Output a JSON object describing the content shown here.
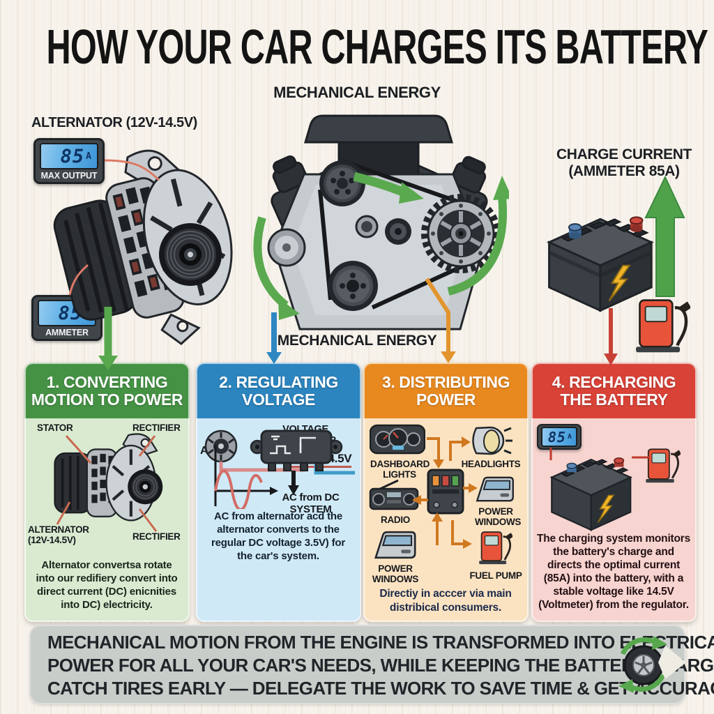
{
  "title": "HOW YOUR CAR CHARGES ITS BATTERY",
  "hero": {
    "mechanical_energy_top": "MECHANICAL ENERGY",
    "mechanical_energy_bottom": "MECHANICAL ENERGY",
    "alternator_label": "ALTERNATOR (12V-14.5V)",
    "charge_current_line1": "CHARGE CURRENT",
    "charge_current_line2": "(AMMETER 85A)",
    "gauge_max_output": {
      "value": "85",
      "unit": "A",
      "label": "MAX OUTPUT"
    },
    "gauge_ammeter": {
      "value": "85",
      "unit": "A",
      "label": "AMMETER"
    }
  },
  "panels": {
    "p1": {
      "title_line1": "1. CONVERTING",
      "title_line2": "MOTION TO POWER",
      "label_stator": "STATOR",
      "label_rectifier_top": "RECTIFIER",
      "label_alternator_line1": "ALTERNATOR",
      "label_alternator_line2": "(12V-14.5V)",
      "label_rectifier_bottom": "RECTIFIER",
      "body_text": "Alternator convertsa rotate into our redifiery convert into direct current (DC) enicnities into DC) electricity."
    },
    "p2": {
      "title_line1": "2. REGULATING",
      "title_line2": "VOLTAGE",
      "label_voltage_regulator": "VOLTAGE REGULATOR",
      "label_ac": "AC",
      "label_voltage_range": "13.5V-14.5V",
      "label_ac_from_dc": "AC from DC SYSTEM",
      "body_text": "AC from alternator acd the alternator converts to the regular DC voltage 3.5V) for the car's system."
    },
    "p3": {
      "title_line1": "3. DISTRIBUTING",
      "title_line2": "POWER",
      "label_dashboard": "DASHBOARD LIGHTS",
      "label_headlights": "HEADLIGHTS",
      "label_radio": "RADIO",
      "label_power_windows_right": "POWER WINDOWS",
      "label_power_windows_left": "POWER WINDOWS",
      "label_fuel_pump": "FUEL PUMP",
      "body_text": "Directiy in acccer via main distribical consumers."
    },
    "p4": {
      "title_line1": "4. RECHARGING",
      "title_line2": "THE BATTERY",
      "gauge": {
        "value": "85",
        "unit": "A"
      },
      "body_text": "The charging system monitors the battery's charge and directs the optimal current (85A) into the battery, with a stable voltage like 14.5V (Voltmeter) from the regulator."
    }
  },
  "footer": {
    "line1": "MECHANICAL MOTION FROM THE ENGINE IS TRANSFORMED INTO ELECTRICAL",
    "line2": "POWER FOR ALL YOUR CAR'S NEEDS, WHILE KEEPING THE BATTERY CHARGED!",
    "line3": "CATCH TIRES EARLY — DELEGATE THE WORK TO SAVE TIME & GET ACCURACY!"
  },
  "colors": {
    "background": "#f7f3ec",
    "panel1_header": "#459245",
    "panel1_body": "#d9ead0",
    "panel2_header": "#2c85bf",
    "panel2_body": "#cfe9f7",
    "panel3_header": "#e8891f",
    "panel3_body": "#fbe3c2",
    "panel4_header": "#d84237",
    "panel4_body": "#f7d4cf",
    "arrow_green": "#57a84d",
    "arrow_blue": "#2d87c1",
    "arrow_orange": "#e2952e",
    "arrow_red": "#c74136",
    "lcd_blue": "#5fb0e6",
    "banner_bg": "#c9cdca"
  }
}
